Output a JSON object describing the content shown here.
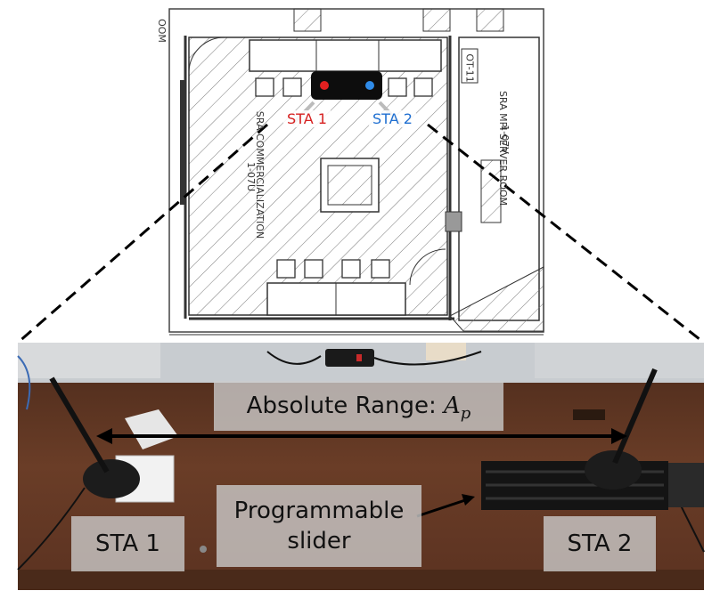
{
  "map": {
    "sta1_label": "STA 1",
    "sta2_label": "STA 2",
    "room_commercialization": "SRA COMMERCIALIZATION",
    "room_server": "SRA MPI SERVER ROOM",
    "room_107u": "1-07U",
    "room_107v": "1-07V",
    "room_ot11": "OT-11",
    "room_oom": "OOM"
  },
  "photo": {
    "range_label_text": "Absolute Range: ",
    "range_label_var": "A",
    "range_label_sub": "p",
    "slider_line1": "Programmable",
    "slider_line2": "slider",
    "sta1_label": "STA 1",
    "sta2_label": "STA 2"
  },
  "colors": {
    "sta1": "#d62020",
    "sta2": "#1f6fd1",
    "table": "#5a3220"
  }
}
